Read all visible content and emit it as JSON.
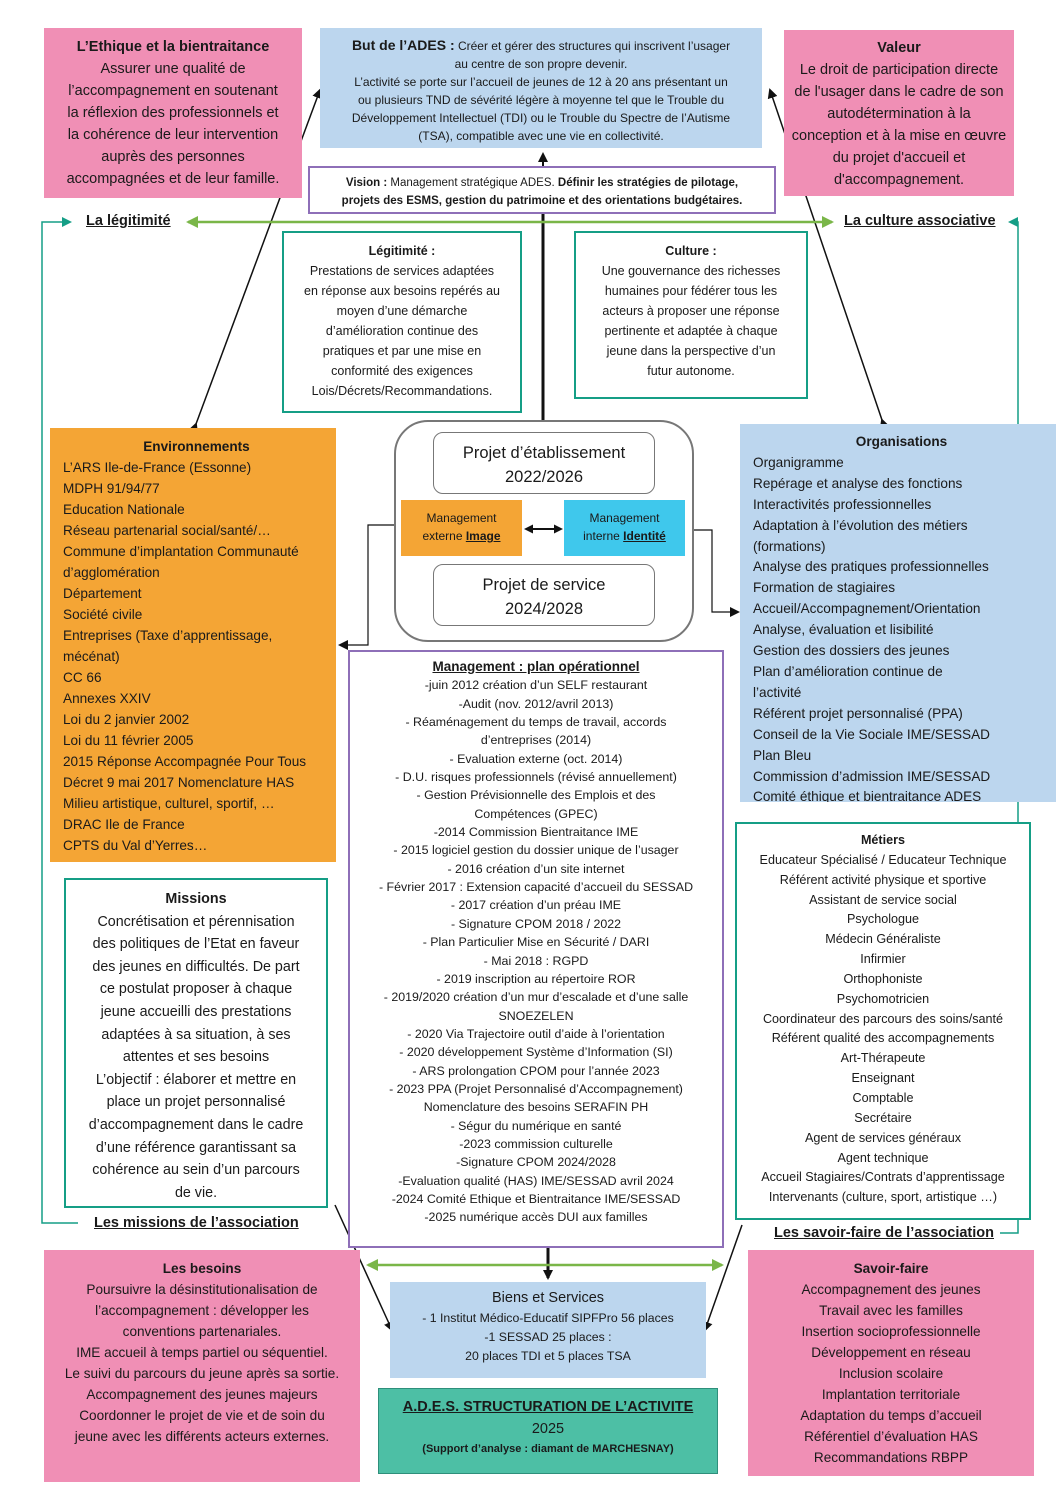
{
  "ethique": {
    "title": "L’Ethique et la bientraitance",
    "lines": [
      "Assurer une qualité de",
      "l’accompagnement en soutenant",
      "la réflexion des professionnels et",
      "la cohérence de leur intervention",
      "auprès des personnes",
      "accompagnées et de leur famille."
    ]
  },
  "but": {
    "title": "But de l’ADES :",
    "title_rest": " Créer et gérer des structures qui inscrivent l’usager",
    "lines": [
      "au centre de son propre devenir.",
      "L’activité se porte sur l’accueil de jeunes de 12 à 20 ans présentant un",
      "ou plusieurs TND de sévérité légère à moyenne tel que le Trouble du",
      "Développement Intellectuel (TDI) ou le Trouble du Spectre de l’Autisme",
      "(TSA), compatible avec une vie en collectivité."
    ]
  },
  "valeur": {
    "title": "Valeur",
    "lines": [
      "Le droit de participation directe",
      "de l'usager dans le cadre de son",
      "autodétermination à la",
      "conception et à la mise en œuvre",
      "du projet d'accueil et",
      "d'accompagnement."
    ]
  },
  "vision": {
    "label": "Vision :",
    "normal": " Management stratégique ADES. ",
    "bold1": "Définir les stratégies de pilotage,",
    "bold2": "projets des ESMS, gestion du patrimoine et des orientations budgétaires."
  },
  "links": {
    "legitimite": "La légitimité",
    "culture": "La culture associative",
    "missions": "Les missions de l’association",
    "savoir": "Les savoir-faire de l’association"
  },
  "legit_box": {
    "title": "Légitimité :",
    "lines": [
      "Prestations de services adaptées",
      "en réponse aux besoins repérés au",
      "moyen d’une démarche",
      "d’amélioration continue des",
      "pratiques et par une mise en",
      "conformité des exigences",
      "Lois/Décrets/Recommandations."
    ]
  },
  "culture_box": {
    "title": "Culture :",
    "lines": [
      "Une gouvernance des richesses",
      "humaines pour fédérer tous les",
      "acteurs à proposer une réponse",
      "pertinente et adaptée à chaque",
      "jeune dans la perspective d’un",
      "futur autonome."
    ]
  },
  "center": {
    "projet_etab": [
      "Projet d’établissement",
      "2022/2026"
    ],
    "mgmt_ext": [
      "Management",
      "externe ",
      "Image"
    ],
    "mgmt_int": [
      "Management",
      "interne ",
      "Identité"
    ],
    "projet_service": [
      "Projet de service",
      "2024/2028"
    ]
  },
  "environnements": {
    "title": "Environnements",
    "items": [
      "L’ARS Ile-de-France (Essonne)",
      "MDPH 91/94/77",
      "Education Nationale",
      "Réseau partenarial social/santé/…",
      "Commune d’implantation Communauté",
      "d’agglomération",
      "Département",
      "Société civile",
      "Entreprises (Taxe d’apprentissage,",
      "mécénat)",
      "CC 66",
      "Annexes XXIV",
      "Loi du 2 janvier 2002",
      "Loi du 11 février 2005",
      "2015 Réponse Accompagnée Pour Tous",
      "Décret 9 mai 2017 Nomenclature HAS",
      "Milieu artistique, culturel, sportif, …",
      "DRAC Ile de France",
      "CPTS du Val d’Yerres…"
    ]
  },
  "organisations": {
    "title": "Organisations",
    "items": [
      "Organigramme",
      "Repérage et analyse des fonctions",
      "Interactivités professionnelles",
      "Adaptation à l’évolution des métiers",
      "(formations)",
      "Analyse des pratiques professionnelles",
      "Formation de stagiaires",
      "Accueil/Accompagnement/Orientation",
      "Analyse, évaluation et lisibilité",
      "Gestion des dossiers des jeunes",
      "Plan d’amélioration continue de",
      "l’activité",
      "Référent projet personnalisé (PPA)",
      "Conseil de la Vie Sociale IME/SESSAD",
      "Plan Bleu",
      "Commission d’admission IME/SESSAD",
      "Comité éthique et bientraitance ADES"
    ]
  },
  "management": {
    "title": "Management : plan opérationnel",
    "items": [
      "-juin 2012 création d’un SELF restaurant",
      "-Audit (nov. 2012/avril 2013)",
      "- Réaménagement du temps de travail, accords",
      "d’entreprises (2014)",
      "- Evaluation externe (oct. 2014)",
      "- D.U. risques professionnels (révisé annuellement)",
      "- Gestion Prévisionnelle des Emplois et des",
      "Compétences (GPEC)",
      "-2014 Commission Bientraitance IME",
      "- 2015 logiciel gestion du dossier unique de l’usager",
      "- 2016 création d’un site internet",
      "- Février 2017 : Extension capacité d’accueil du SESSAD",
      "- 2017 création d’un préau IME",
      "- Signature CPOM  2018 / 2022",
      "- Plan Particulier Mise en Sécurité / DARI",
      "- Mai 2018 : RGPD",
      "- 2019 inscription au répertoire ROR",
      "- 2019/2020 création d’un mur d’escalade et d’une salle",
      "SNOEZELEN",
      "- 2020 Via Trajectoire outil d’aide à l’orientation",
      "- 2020 développement Système d’Information (SI)",
      "- ARS prolongation CPOM pour l’année 2023",
      "- 2023 PPA (Projet Personnalisé d’Accompagnement)",
      "Nomenclature des besoins SERAFIN PH",
      "- Ségur du numérique en santé",
      "-2023 commission culturelle",
      "-Signature CPOM 2024/2028",
      "-Evaluation qualité (HAS) IME/SESSAD avril 2024",
      "-2024 Comité Ethique et Bientraitance IME/SESSAD",
      "-2025 numérique accès DUI aux familles"
    ]
  },
  "missions": {
    "title": "Missions",
    "lines": [
      "Concrétisation et pérennisation",
      "des politiques de l’Etat en faveur",
      "des jeunes en difficultés. De part",
      "ce postulat proposer à chaque",
      "jeune accueilli des prestations",
      "adaptées à sa situation, à ses",
      "attentes et ses besoins",
      "L’objectif : élaborer et mettre en",
      "place un projet personnalisé",
      "d’accompagnement dans le cadre",
      "d’une référence garantissant sa",
      "cohérence au sein d’un parcours",
      "de vie."
    ]
  },
  "metiers": {
    "title": "Métiers",
    "items": [
      "Educateur Spécialisé / Educateur Technique",
      "Référent activité physique et sportive",
      "Assistant de service social",
      "Psychologue",
      "Médecin Généraliste",
      "Infirmier",
      "Orthophoniste",
      "Psychomotricien",
      "Coordinateur des parcours des soins/santé",
      "Référent qualité des accompagnements",
      "Art-Thérapeute",
      "Enseignant",
      "Comptable",
      "Secrétaire",
      "Agent de services généraux",
      "Agent technique",
      "Accueil Stagiaires/Contrats d’apprentissage",
      "Intervenants (culture, sport, artistique …)"
    ]
  },
  "besoins": {
    "title": "Les besoins",
    "lines": [
      "Poursuivre la désinstitutionalisation de",
      "l’accompagnement : développer les",
      "conventions partenariales.",
      "IME accueil à temps partiel ou séquentiel.",
      "Le suivi du parcours du jeune après sa sortie.",
      "Accompagnement des jeunes majeurs",
      "Coordonner le projet de vie et de soin du",
      "jeune avec les différents acteurs externes."
    ]
  },
  "biens": {
    "title": "Biens et Services",
    "lines": [
      "- 1 Institut Médico-Educatif  SIPFPro 56 places",
      "-1 SESSAD 25 places :",
      "20 places TDI et 5 places TSA"
    ]
  },
  "savoir_faire": {
    "title": "Savoir-faire",
    "items": [
      "Accompagnement des jeunes",
      "Travail avec les familles",
      "Insertion socioprofessionnelle",
      "Développement en réseau",
      "Inclusion scolaire",
      "Implantation territoriale",
      "Adaptation du temps d’accueil",
      "Référentiel d’évaluation HAS",
      "Recommandations RBPP"
    ]
  },
  "footer": {
    "title": "A.D.E.S. STRUCTURATION DE L’ACTIVITE",
    "year": "2025",
    "support": "(Support d’analyse : diamant de MARCHESNAY)"
  },
  "colors": {
    "pink": "#f08fb5",
    "blue": "#bcd6ee",
    "orange": "#f4a535",
    "teal": "#159e86",
    "purple": "#8e6fb8",
    "green": "#7ab648",
    "cyan": "#3fc8ec",
    "footer_teal": "#4dbfa5"
  }
}
